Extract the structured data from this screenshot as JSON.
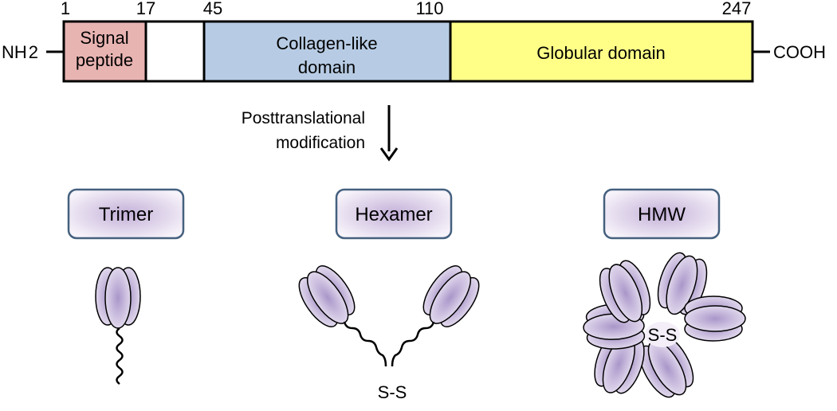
{
  "protein": {
    "n_terminus": "NH",
    "n_terminus_sub": "2",
    "c_terminus": "COOH",
    "positions": [
      "1",
      "17",
      "45",
      "110",
      "247"
    ],
    "domains": [
      {
        "lines": [
          "Signal",
          "peptide"
        ],
        "color": "#e8b4b2"
      },
      {
        "lines": [],
        "color": "#ffffff"
      },
      {
        "lines": [
          "Collagen-like",
          "domain"
        ],
        "color": "#b7cce4"
      },
      {
        "lines": [
          "Globular domain"
        ],
        "color": "#ffff88"
      }
    ]
  },
  "process": {
    "lines": [
      "Posttranslational",
      "modification"
    ]
  },
  "forms": [
    {
      "name": "Trimer"
    },
    {
      "name": "Hexamer",
      "bond": "S-S"
    },
    {
      "name": "HMW",
      "bond": "S-S"
    }
  ],
  "colors": {
    "pill_border": "#44607e",
    "pill_fill_center": "#c3b0d8",
    "subunit_center": "#a996c9",
    "subunit_edge": "#e6def0"
  }
}
